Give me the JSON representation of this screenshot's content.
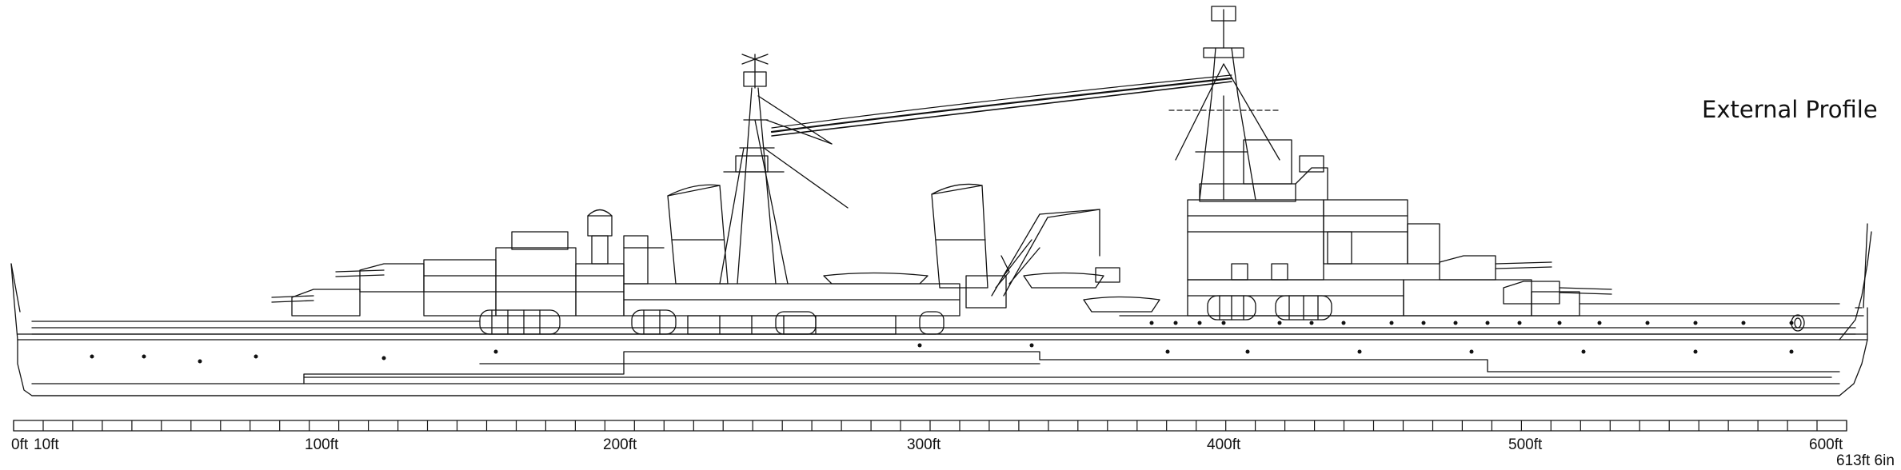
{
  "title": "External Profile",
  "scale": {
    "unit": "ft",
    "min": 0,
    "max": 620,
    "minor_step": 10,
    "labels": [
      "0ft",
      "10ft",
      "100ft",
      "200ft",
      "300ft",
      "400ft",
      "500ft",
      "600ft"
    ],
    "overall_length_label": "613ft 6in"
  },
  "colors": {
    "ink": "#111111",
    "paper": "#ffffff"
  }
}
